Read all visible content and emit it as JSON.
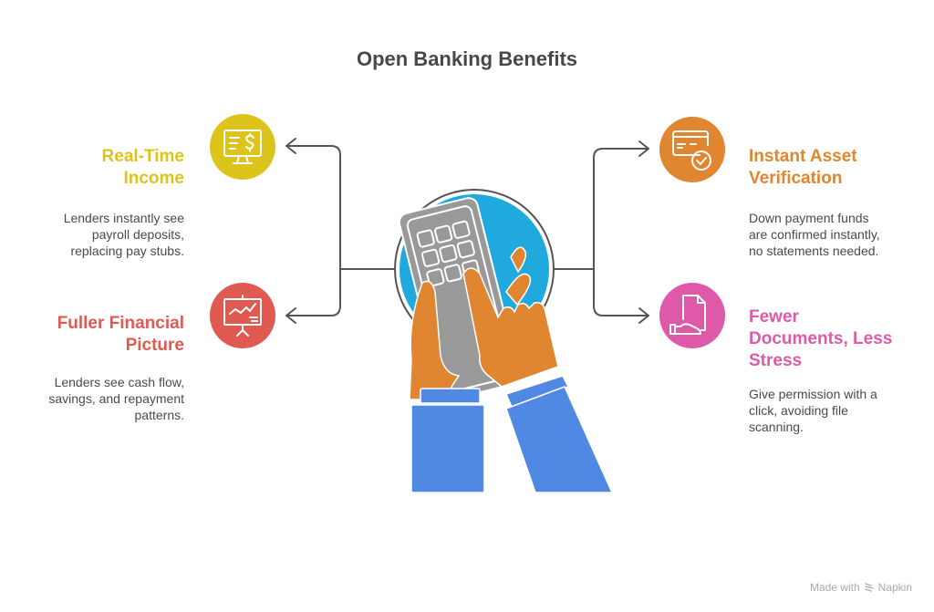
{
  "title": "Open Banking Benefits",
  "colors": {
    "yellow": "#DDC41C",
    "red": "#E05A52",
    "orange": "#E08530",
    "pink": "#DE5AA8",
    "blue_circle": "#1FA9DC",
    "sleeve": "#4F89E4",
    "hand": "#E08530",
    "device": "#999999",
    "connector": "#555555"
  },
  "benefits": [
    {
      "id": "real-time-income",
      "heading": [
        "Real-Time",
        "Income"
      ],
      "description": [
        "Lenders instantly see",
        "payroll deposits,",
        "replacing pay stubs."
      ],
      "icon": "monitor-dollar-icon",
      "side": "left"
    },
    {
      "id": "fuller-financial-picture",
      "heading": [
        "Fuller Financial",
        "Picture"
      ],
      "description": [
        "Lenders see cash flow,",
        "savings, and repayment",
        "patterns."
      ],
      "icon": "presentation-chart-icon",
      "side": "left"
    },
    {
      "id": "instant-asset-verification",
      "heading": [
        "Instant Asset",
        "Verification"
      ],
      "description": [
        "Down payment funds",
        "are confirmed instantly,",
        "no statements needed."
      ],
      "icon": "card-check-icon",
      "side": "right"
    },
    {
      "id": "fewer-documents",
      "heading": [
        "Fewer",
        "Documents, Less",
        "Stress"
      ],
      "description": [
        "Give permission with a",
        "click, avoiding file",
        "scanning."
      ],
      "icon": "document-hand-icon",
      "side": "right"
    }
  ],
  "center_illustration": "hands-calculator-icon",
  "footer": {
    "made_with": "Made with",
    "brand": "Napkin",
    "icon": "napkin-logo-icon"
  }
}
